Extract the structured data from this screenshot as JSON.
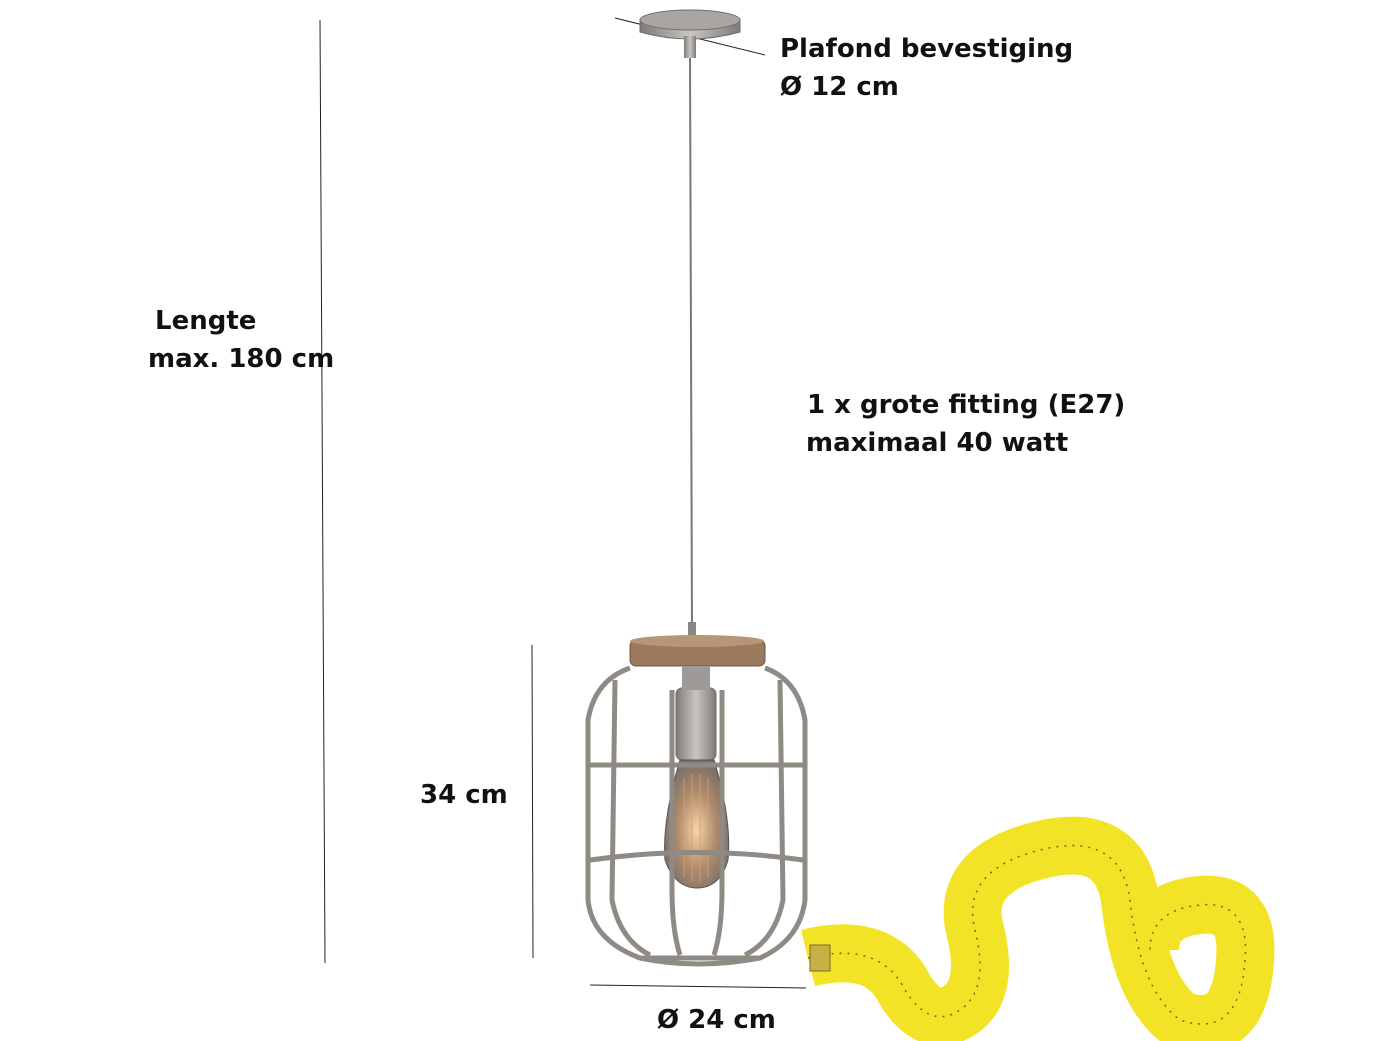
{
  "labels": {
    "ceiling_mount": "Plafond bevestiging",
    "ceiling_diameter": "Ø 12 cm",
    "length": "Lengte",
    "length_max": "max. 180 cm",
    "fitting": "1 x grote fitting (E27)",
    "max_watt": "maximaal 40 watt",
    "height": "34 cm",
    "shade_diameter": "Ø 24 cm"
  },
  "colors": {
    "cage_metal": "#8f8a84",
    "wood_cap": "#9b7a5e",
    "tape_yellow": "#f2e21b",
    "bulb_glow": "#e7b98a"
  }
}
